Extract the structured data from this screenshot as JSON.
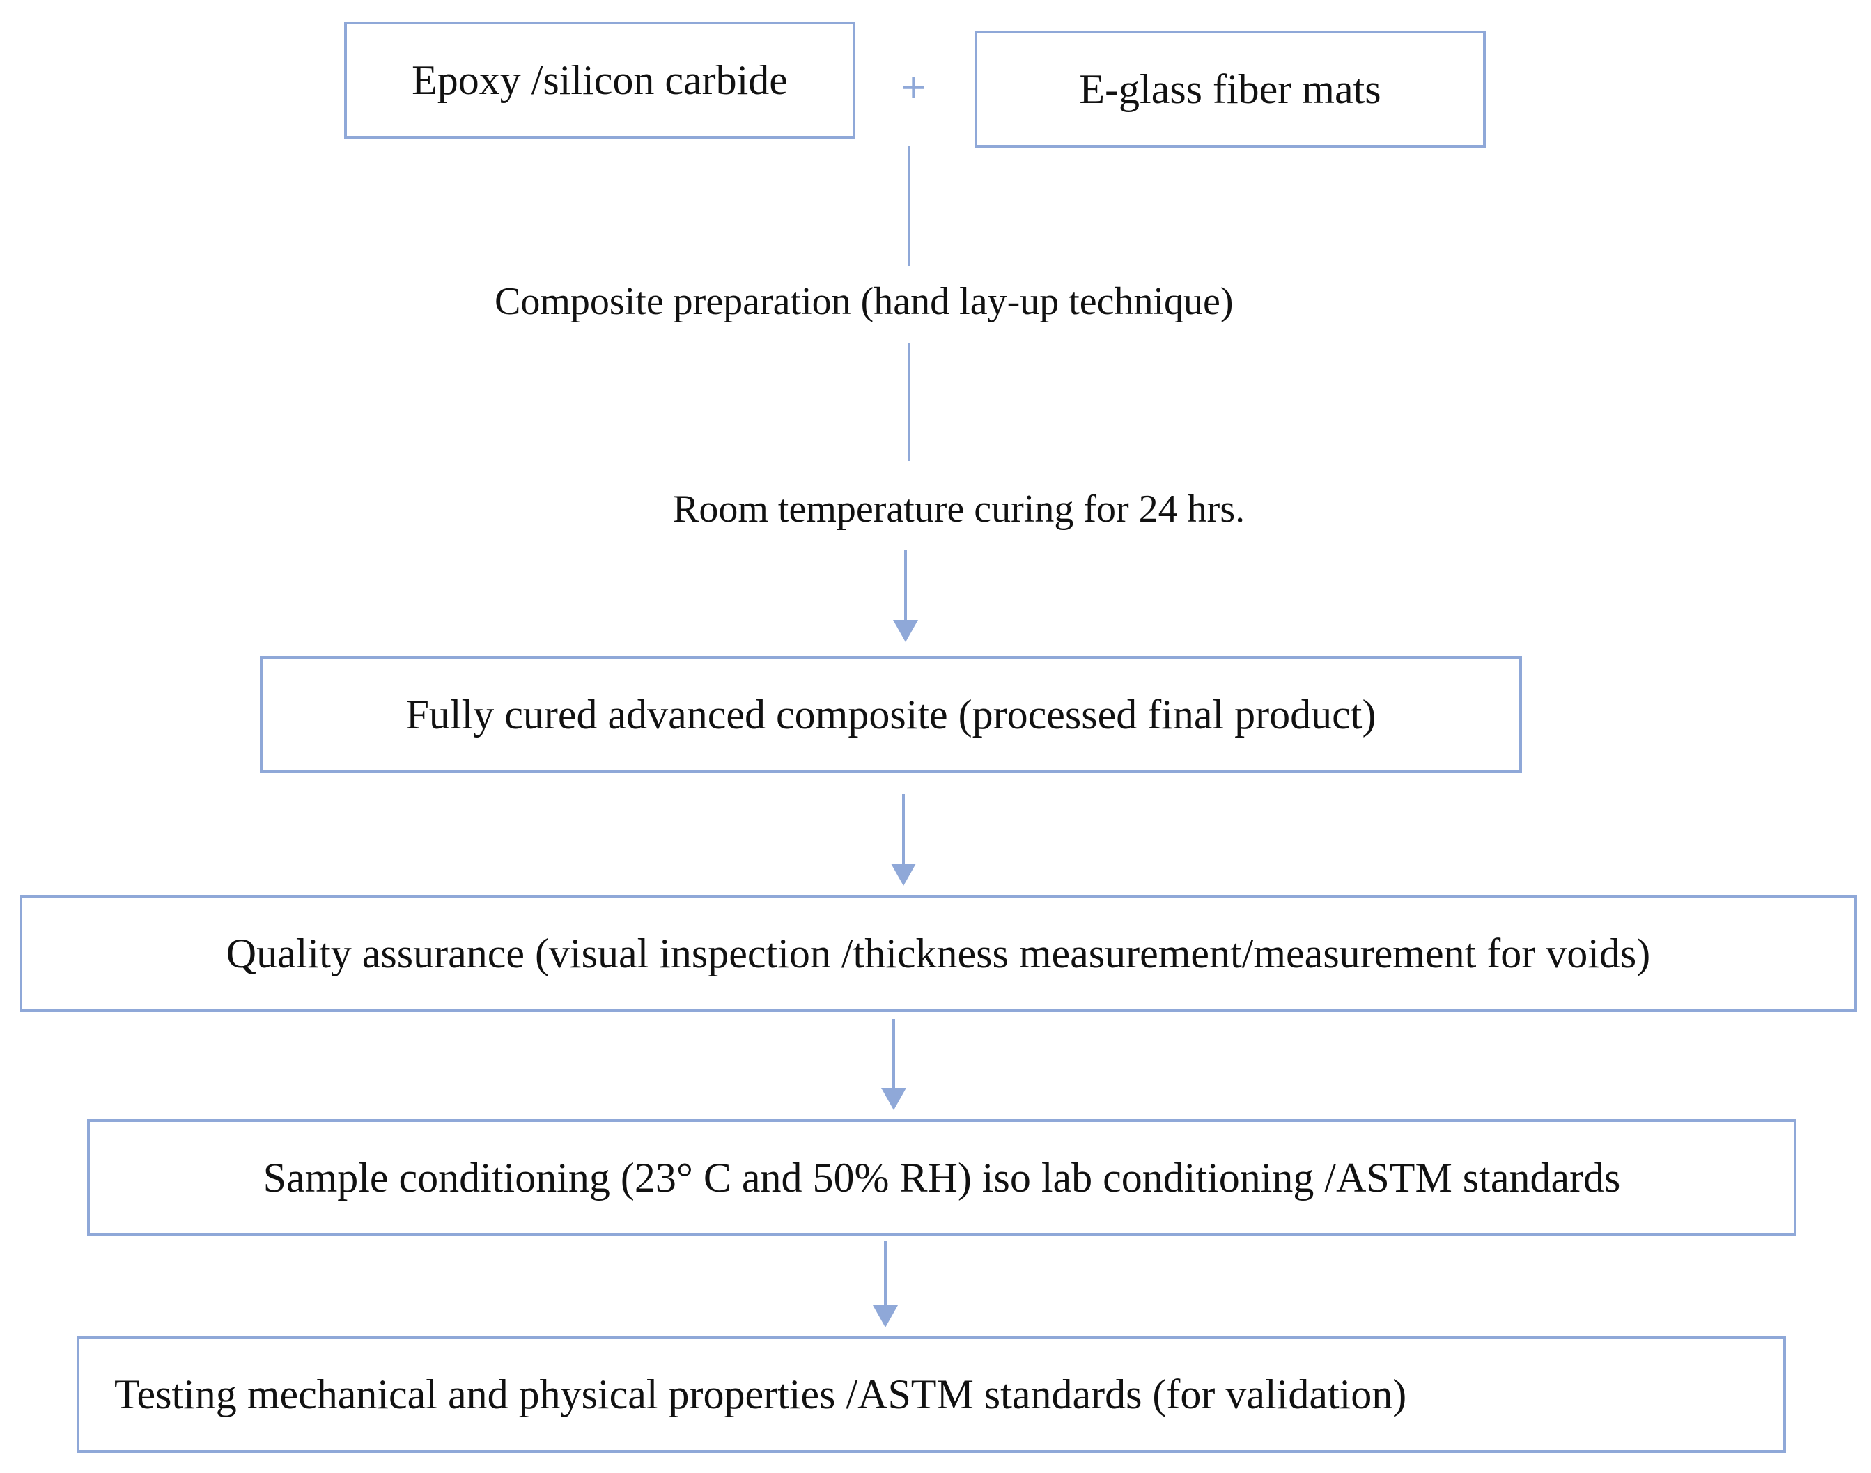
{
  "diagram": {
    "inputs": {
      "left": "Epoxy /silicon carbide",
      "operator": "+",
      "right": "E-glass fiber mats"
    },
    "steps": [
      "Composite preparation (hand lay-up technique)",
      "Room temperature curing for 24 hrs."
    ],
    "boxes": [
      "Fully cured advanced composite (processed final product)",
      "Quality assurance (visual inspection /thickness measurement/measurement for voids)",
      "Sample conditioning (23° C and 50% RH) iso lab conditioning /ASTM standards",
      "Testing mechanical and physical properties /ASTM standards (for validation)"
    ],
    "colors": {
      "connector": "#8fa8d8",
      "border": "#8fa8d8",
      "text": "#111111"
    }
  }
}
